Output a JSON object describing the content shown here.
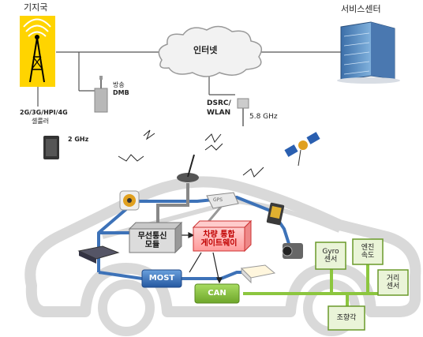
{
  "labels": {
    "base_station": "기지국",
    "service_center": "서비스센터",
    "internet": "인터넷",
    "broadcast_dmb_1": "방송",
    "broadcast_dmb_2": "DMB",
    "cellular_1": "2G/3G/HPI/4G",
    "cellular_2": "셀룰러",
    "freq_2ghz": "2 GHz",
    "dsrc_1": "DSRC/",
    "dsrc_2": "WLAN",
    "freq_58ghz": "5.8 GHz",
    "wireless_module_1": "무선통신",
    "wireless_module_2": "모듈",
    "gateway_1": "차량 통합",
    "gateway_2": "게이트웨이",
    "most": "MOST",
    "can": "CAN",
    "gyro_1": "Gyro",
    "gyro_2": "센서",
    "engine_1": "엔진",
    "engine_2": "속도",
    "distance_1": "거리",
    "distance_2": "센서",
    "steering": "조향각",
    "gps": "GPS"
  },
  "colors": {
    "car_body": "#d9d9d9",
    "most_bus": "#3d72b8",
    "can_bus": "#8cc63f",
    "base_station_bg": "#ffd400",
    "gateway_fill": "#ffb3b3",
    "module_fill": "#d9d9d9"
  }
}
